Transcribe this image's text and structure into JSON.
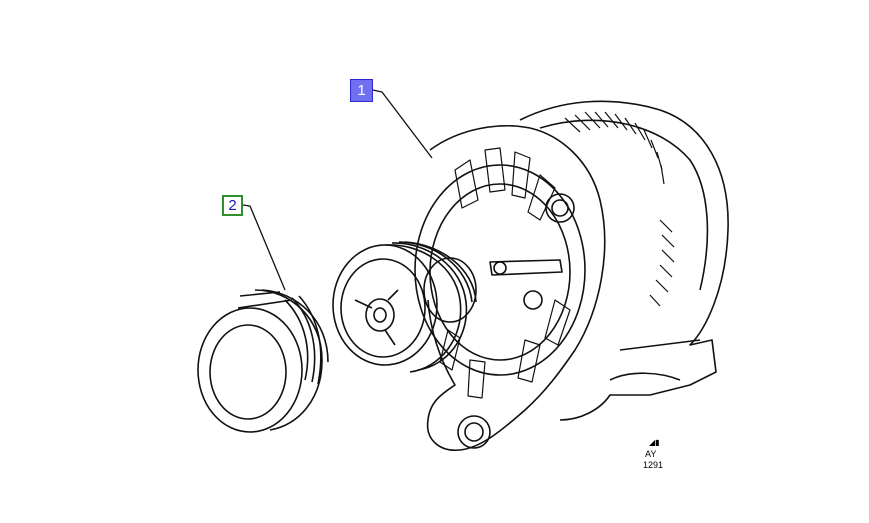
{
  "callouts": [
    {
      "label": "1",
      "part": "alternator"
    },
    {
      "label": "2",
      "part": "pulley"
    }
  ],
  "drawing_stamp": {
    "mark": "◢▮",
    "code": "AY",
    "number": "1291"
  },
  "colors": {
    "callout_1_fill": "#6f6ff0",
    "callout_2_border": "#2f8f2f",
    "line": "#111111"
  }
}
